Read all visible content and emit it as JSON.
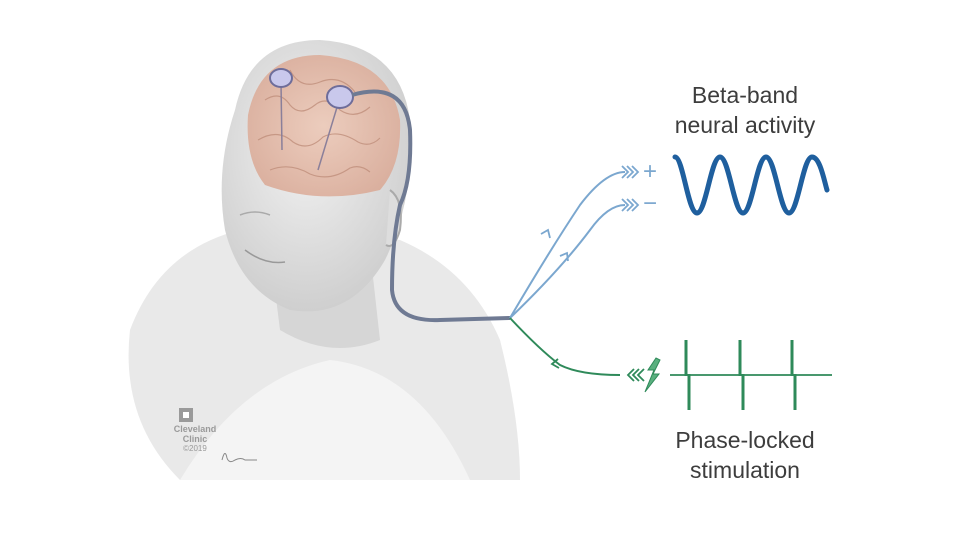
{
  "labels": {
    "top": [
      "Beta-band",
      "neural activity"
    ],
    "bottom": [
      "Phase-locked",
      "stimulation"
    ],
    "plus": "+",
    "minus": "−"
  },
  "logo": {
    "name_line1": "Cleveland",
    "name_line2": "Clinic",
    "copyright": "©2019"
  },
  "colors": {
    "sense": "#7ba7cf",
    "wave": "#1f5f9e",
    "stim": "#2f8a5a",
    "wire": "#6f7a93"
  }
}
